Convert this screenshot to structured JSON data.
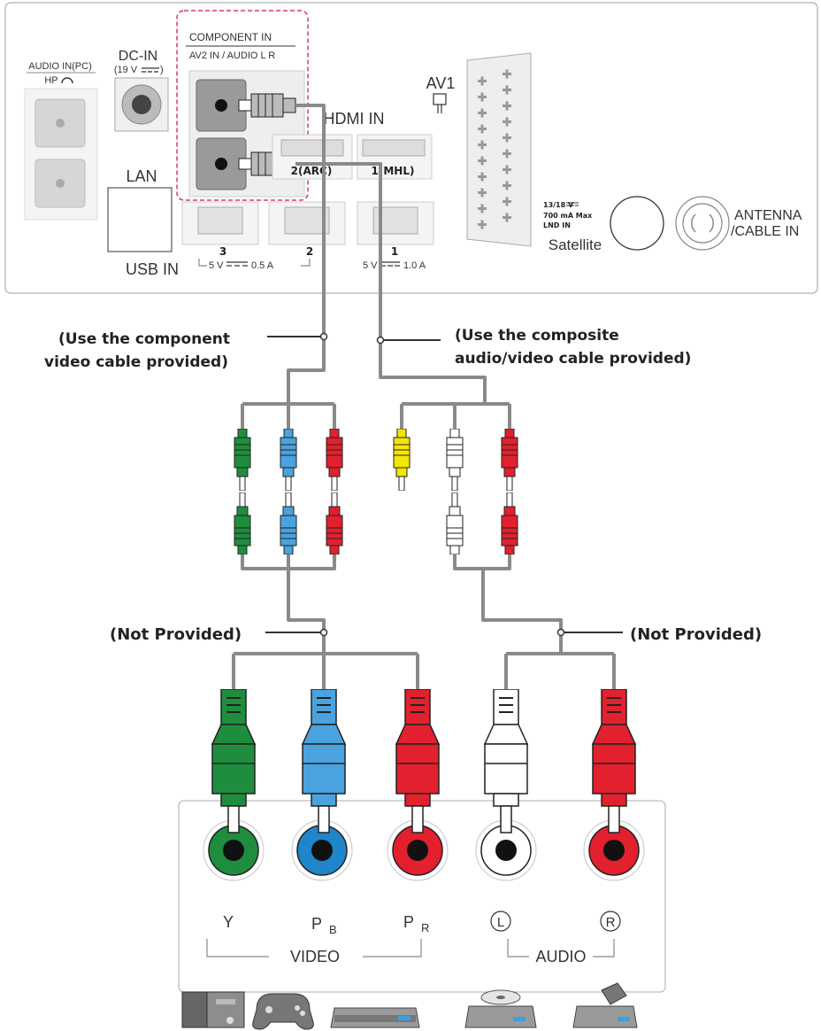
{
  "tv_panel": {
    "audio_in_pc": "AUDIO IN(PC)",
    "hp": "HP",
    "dc_in": "DC-IN",
    "dc_volt": "(19 V",
    "lan": "LAN",
    "usb_in": "USB IN",
    "component_in": "COMPONENT IN",
    "av2_in": "AV2 IN / AUDIO L R",
    "hdmi_in": "HDMI IN",
    "hdmi_ports": [
      "2(ARC)",
      "1(MHL)"
    ],
    "usb_ports": [
      "3",
      "2",
      "1"
    ],
    "usb_power_a": "5 V",
    "usb_power_a_amp": "0.5 A",
    "usb_power_b": "5 V",
    "usb_power_b_amp": "1.0 A",
    "av1": "AV1",
    "lnb_line1": "13/18 V",
    "lnb_line2": "700 mA Max",
    "lnb_line3": "LND IN",
    "satellite": "Satellite",
    "antenna_line1": "ANTENNA",
    "antenna_line2": "/CABLE IN"
  },
  "labels": {
    "component_cable_line1": "(Use the component",
    "component_cable_line2": "video cable provided)",
    "composite_cable_line1": "(Use the composite",
    "composite_cable_line2": "audio/video cable provided)",
    "not_provided_left": "(Not Provided)",
    "not_provided_right": "(Not Provided)"
  },
  "device_panel": {
    "y": "Y",
    "pb": "P",
    "pb_sub": "B",
    "pr": "P",
    "pr_sub": "R",
    "l": "L",
    "r": "R",
    "video": "VIDEO",
    "audio": "AUDIO"
  },
  "colors": {
    "green": "#1e8e3e",
    "blue": "#4aa3df",
    "red": "#e2202e",
    "yellow": "#f5e600",
    "white": "#ffffff",
    "highlight": "#d63a6e"
  },
  "icons": [
    "pc-tower-icon",
    "gamepad-icon",
    "set-top-box-icon",
    "dvd-player-icon",
    "camcorder-icon"
  ]
}
